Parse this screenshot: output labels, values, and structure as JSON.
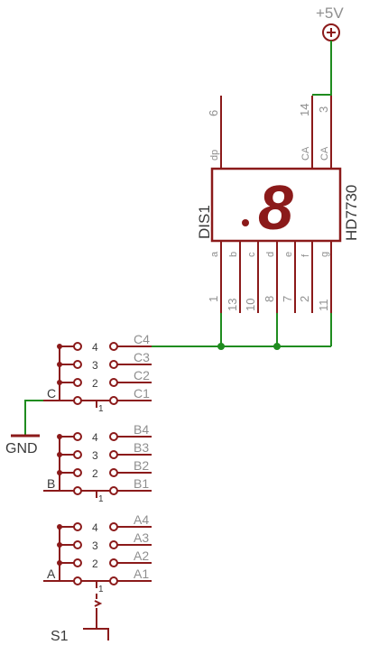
{
  "supply": {
    "label": "+5V",
    "symbol": "plus-circle-icon"
  },
  "display": {
    "part": "HD7730",
    "ref": "DIS1",
    "digit": "8",
    "top_pins": [
      {
        "name": "dp",
        "num": "6"
      },
      {
        "name": "CA",
        "num": "14"
      },
      {
        "name": "CA",
        "num": "3"
      }
    ],
    "bottom_pins": [
      {
        "name": "a",
        "num": "1"
      },
      {
        "name": "b",
        "num": "13"
      },
      {
        "name": "c",
        "num": "10"
      },
      {
        "name": "d",
        "num": "8"
      },
      {
        "name": "e",
        "num": "7"
      },
      {
        "name": "f",
        "num": "2"
      },
      {
        "name": "g",
        "num": "11"
      }
    ]
  },
  "ground": {
    "label": "GND"
  },
  "switches": [
    {
      "name": "C",
      "contacts": [
        {
          "num": "4",
          "label": "C4"
        },
        {
          "num": "3",
          "label": "C3"
        },
        {
          "num": "2",
          "label": "C2"
        },
        {
          "num": "1",
          "label": "C1"
        }
      ]
    },
    {
      "name": "B",
      "contacts": [
        {
          "num": "4",
          "label": "B4"
        },
        {
          "num": "3",
          "label": "B3"
        },
        {
          "num": "2",
          "label": "B2"
        },
        {
          "num": "1",
          "label": "B1"
        }
      ]
    },
    {
      "name": "A",
      "contacts": [
        {
          "num": "4",
          "label": "A4"
        },
        {
          "num": "3",
          "label": "A3"
        },
        {
          "num": "2",
          "label": "A2"
        },
        {
          "num": "1",
          "label": "A1"
        }
      ]
    }
  ],
  "switch_ref": "S1",
  "colors": {
    "wire": "#8b1a1a",
    "net": "#1f8c1f",
    "label": "#8f8f8f"
  }
}
